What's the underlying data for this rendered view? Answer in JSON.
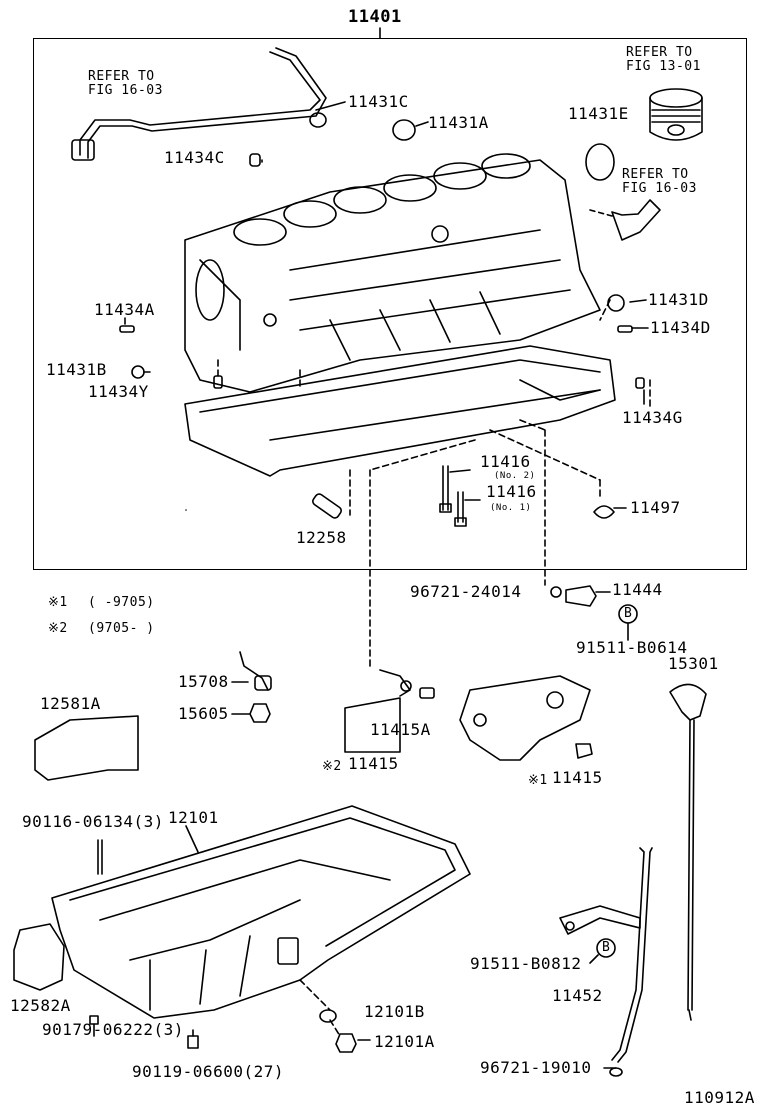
{
  "diagram": {
    "assembly_part": "11401",
    "parts": {
      "p11431C": "11431C",
      "p11431A": "11431A",
      "p11431E": "11431E",
      "p11434C": "11434C",
      "p11434A": "11434A",
      "p11431B": "11431B",
      "p11434Y": "11434Y",
      "p11431D": "11431D",
      "p11434D": "11434D",
      "p11434G": "11434G",
      "p11416a": "11416",
      "p11416b": "11416",
      "no2": "(No. 2)",
      "no1": "(No. 1)",
      "p11497": "11497",
      "p12258": "12258",
      "p96721_24014": "96721-24014",
      "p11444": "11444",
      "p91511_B0614": "91511-B0614",
      "p15301": "15301",
      "p15708": "15708",
      "p15605": "15605",
      "p12581A": "12581A",
      "p11415A": "11415A",
      "p11415_2": "11415",
      "p11415_1": "11415",
      "p90116": "90116-06134(3)",
      "p12101": "12101",
      "p91511_B0812": "91511-B0812",
      "p11452": "11452",
      "p12582A": "12582A",
      "p90179": "90179-06222(3)",
      "p12101B": "12101B",
      "p12101A": "12101A",
      "p90119": "90119-06600(27)",
      "p96721_19010": "96721-19010"
    },
    "refs": {
      "r1_line1": "REFER TO",
      "r1_line2": "FIG 16-03",
      "r2_line1": "REFER TO",
      "r2_line2": "FIG 13-01",
      "r3_line1": "REFER TO",
      "r3_line2": "FIG 16-03"
    },
    "notes": {
      "n1_mark": "※1",
      "n1_text": "(      -9705)",
      "n2_mark": "※2",
      "n2_text": "(9705-      )",
      "m2": "※2",
      "m1": "※1",
      "circle_b1": "B",
      "circle_b2": "B"
    },
    "figure_id": "110912A"
  }
}
